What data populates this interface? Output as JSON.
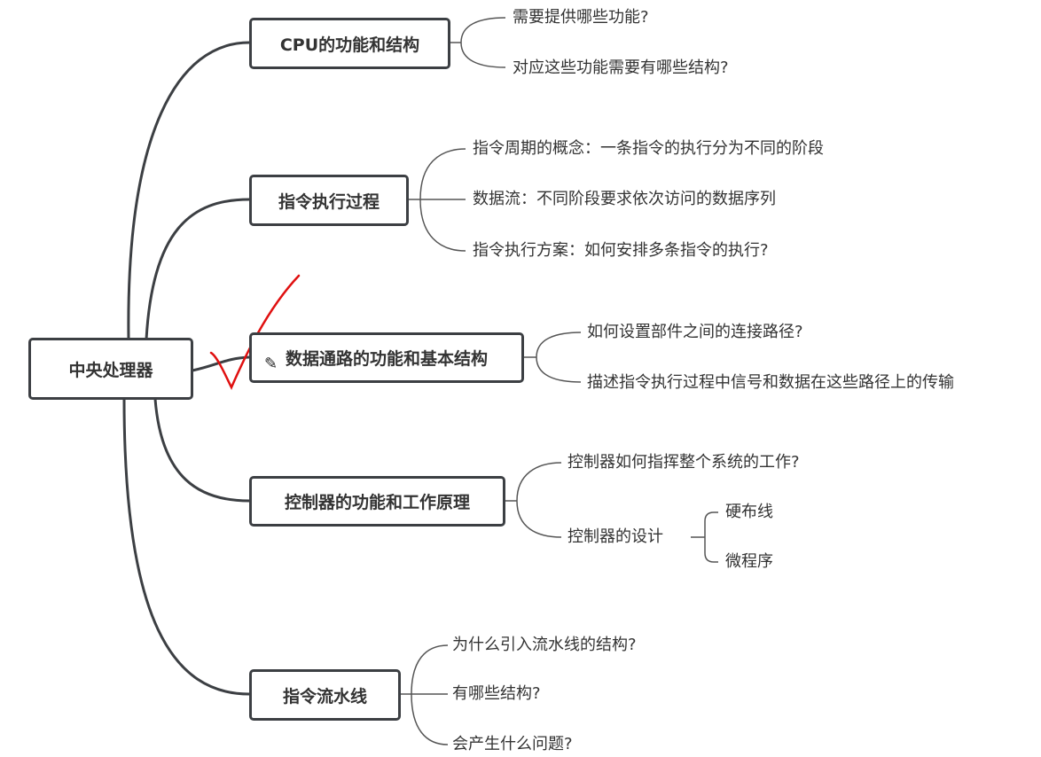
{
  "root": {
    "label": "中央处理器"
  },
  "branches": [
    {
      "label": "CPU的功能和结构",
      "children": [
        "需要提供哪些功能?",
        "对应这些功能需要有哪些结构?"
      ]
    },
    {
      "label": "指令执行过程",
      "children": [
        "指令周期的概念：一条指令的执行分为不同的阶段",
        "数据流：不同阶段要求依次访问的数据序列",
        "指令执行方案：如何安排多条指令的执行?"
      ]
    },
    {
      "label": "数据通路的功能和基本结构",
      "children": [
        "如何设置部件之间的连接路径?",
        "描述指令执行过程中信号和数据在这些路径上的传输"
      ]
    },
    {
      "label": "控制器的功能和工作原理",
      "children": [
        "控制器如何指挥整个系统的工作?",
        "控制器的设计"
      ],
      "grandchildren": [
        "硬布线",
        "微程序"
      ]
    },
    {
      "label": "指令流水线",
      "children": [
        "为什么引入流水线的结构?",
        "有哪些结构?",
        "会产生什么问题?"
      ]
    }
  ],
  "colors": {
    "line": "#3c3f43",
    "annotation": "#e01010"
  },
  "annotations": {
    "checkmark_icon": "checkmark-icon",
    "cursor_icon": "pencil-icon"
  }
}
